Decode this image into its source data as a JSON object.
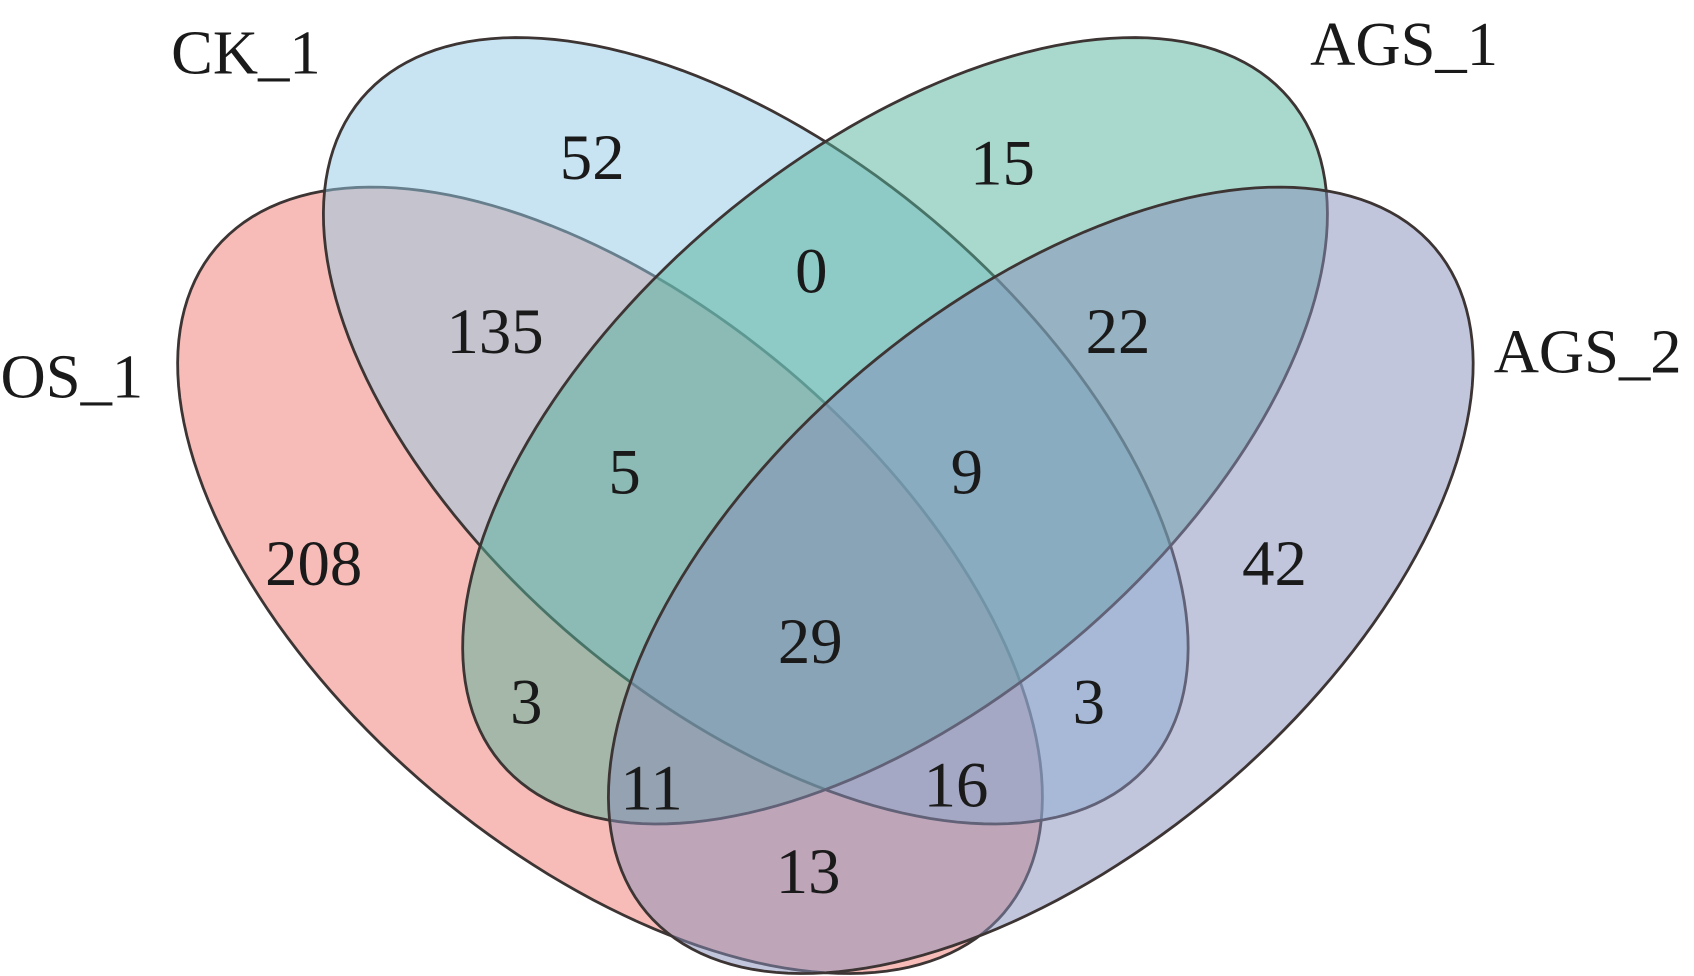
{
  "chart_data": {
    "type": "venn",
    "sets": [
      {
        "id": "OS_1",
        "label": "OS_1",
        "color": "#ef796f"
      },
      {
        "id": "CK_1",
        "label": "CK_1",
        "color": "#91c9e5"
      },
      {
        "id": "AGS_1",
        "label": "AGS_1",
        "color": "#53b199"
      },
      {
        "id": "AGS_2",
        "label": "AGS_2",
        "color": "#858db9"
      }
    ],
    "regions": [
      {
        "sets": [
          "CK_1"
        ],
        "value": "52"
      },
      {
        "sets": [
          "AGS_1"
        ],
        "value": "15"
      },
      {
        "sets": [
          "CK_1",
          "AGS_1"
        ],
        "value": "0"
      },
      {
        "sets": [
          "OS_1",
          "CK_1"
        ],
        "value": "135"
      },
      {
        "sets": [
          "AGS_1",
          "AGS_2"
        ],
        "value": "22"
      },
      {
        "sets": [
          "OS_1",
          "CK_1",
          "AGS_1"
        ],
        "value": "5"
      },
      {
        "sets": [
          "CK_1",
          "AGS_1",
          "AGS_2"
        ],
        "value": "9"
      },
      {
        "sets": [
          "OS_1"
        ],
        "value": "208"
      },
      {
        "sets": [
          "AGS_2"
        ],
        "value": "42"
      },
      {
        "sets": [
          "OS_1",
          "CK_1",
          "AGS_1",
          "AGS_2"
        ],
        "value": "29"
      },
      {
        "sets": [
          "OS_1",
          "AGS_1"
        ],
        "value": "3"
      },
      {
        "sets": [
          "CK_1",
          "AGS_2"
        ],
        "value": "3"
      },
      {
        "sets": [
          "OS_1",
          "AGS_1",
          "AGS_2"
        ],
        "value": "11"
      },
      {
        "sets": [
          "OS_1",
          "CK_1",
          "AGS_2"
        ],
        "value": "16"
      },
      {
        "sets": [
          "OS_1",
          "AGS_2"
        ],
        "value": "13"
      }
    ]
  }
}
